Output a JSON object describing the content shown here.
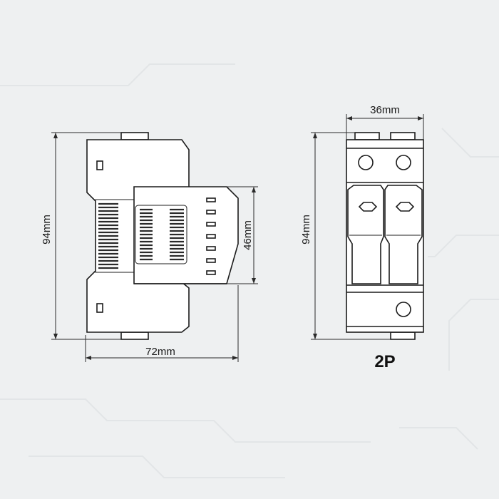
{
  "side_view": {
    "height_label": "94mm",
    "width_label": "72mm",
    "front_depth_label": "46mm"
  },
  "front_view": {
    "height_label": "94mm",
    "width_label": "36mm",
    "pole_label": "2P"
  },
  "colors": {
    "background": "#eef0f1",
    "line": "#1c1c1c",
    "body_fill": "#ffffff"
  }
}
